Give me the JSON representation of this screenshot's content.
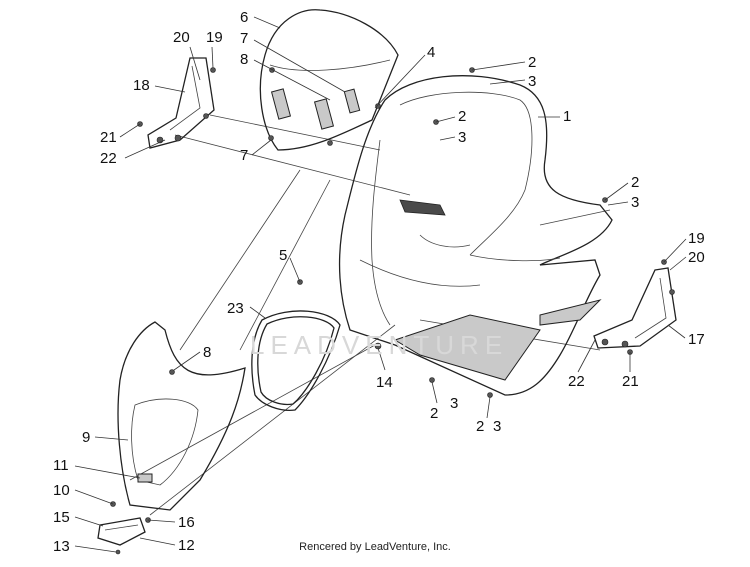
{
  "diagram": {
    "footer_text": "Rencered by LeadVenture, Inc.",
    "watermark_text": "LEADVENTURE",
    "callouts": {
      "c1": "1",
      "c2a": "2",
      "c2b": "2",
      "c2c": "2",
      "c2d": "2",
      "c2e": "2",
      "c3a": "3",
      "c3b": "3",
      "c3c": "3",
      "c3d": "3",
      "c3e": "3",
      "c4": "4",
      "c5": "5",
      "c6": "6",
      "c7a": "7",
      "c7b": "7",
      "c8a": "8",
      "c8b": "8",
      "c9": "9",
      "c10": "10",
      "c11": "11",
      "c12": "12",
      "c13": "13",
      "c14": "14",
      "c15": "15",
      "c16": "16",
      "c17": "17",
      "c18": "18",
      "c19a": "19",
      "c19b": "19",
      "c20a": "20",
      "c20b": "20",
      "c21a": "21",
      "c21b": "21",
      "c22a": "22",
      "c22b": "22",
      "c23": "23"
    }
  }
}
